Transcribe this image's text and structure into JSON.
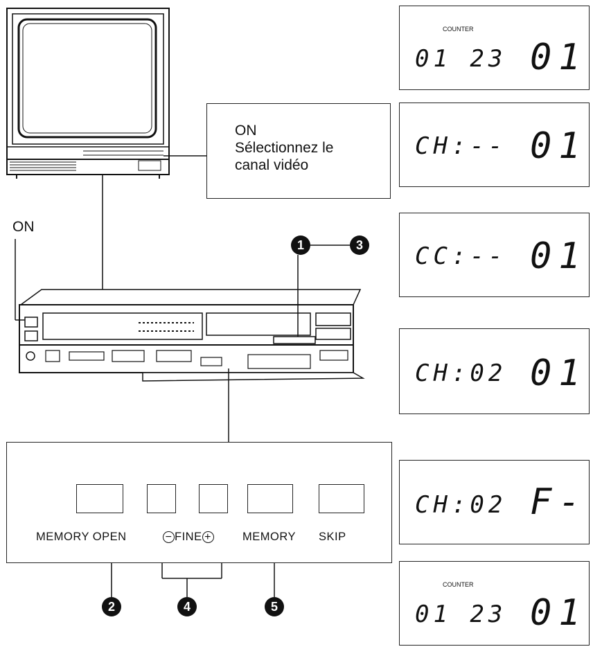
{
  "callout": {
    "line1": "ON",
    "line2": "Sélectionnez le",
    "line3": "canal vidéo"
  },
  "power_label": "ON",
  "step_badges": {
    "b1": "1",
    "b3": "3",
    "b2": "2",
    "b4": "4",
    "b5": "5"
  },
  "panel": {
    "memory_open": "MEMORY OPEN",
    "fine": "FINE",
    "memory": "MEMORY",
    "skip": "SKIP"
  },
  "displays": [
    {
      "counter_label": "COUNTER",
      "small": "01 23",
      "big": "01"
    },
    {
      "counter_label": "",
      "small": "CH:--",
      "big": "01"
    },
    {
      "counter_label": "",
      "small": "CC:--",
      "big": "01"
    },
    {
      "counter_label": "",
      "small": "CH:02",
      "big": "01"
    },
    {
      "counter_label": "",
      "small": "CH:02",
      "big": "F-"
    },
    {
      "counter_label": "COUNTER",
      "small": "01 23",
      "big": "01"
    }
  ]
}
